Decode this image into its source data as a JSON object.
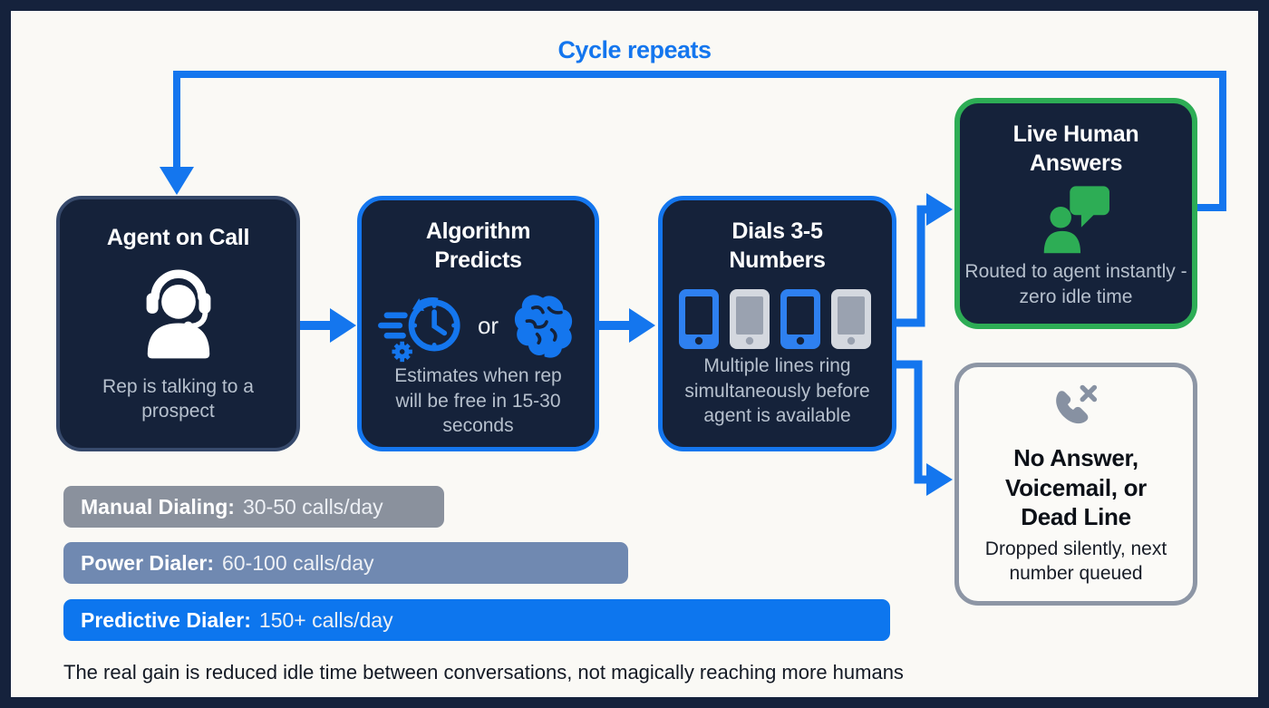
{
  "colors": {
    "border_navy": "#15223c",
    "canvas_bg": "#faf9f5",
    "box_navy": "#15223a",
    "accent_blue": "#1476ee",
    "accent_green": "#2dad55",
    "neutral_gray": "#8d96a5",
    "bar_manual": "#8a919d",
    "bar_power": "#7089b1",
    "bar_predictive": "#0d76ee"
  },
  "cycle": {
    "label": "Cycle repeats"
  },
  "flow": {
    "agent": {
      "title": "Agent on Call",
      "desc": "Rep is talking to a prospect",
      "icon": "agent-headset-icon"
    },
    "algorithm": {
      "title": "Algorithm Predicts",
      "or_label": "or",
      "desc": "Estimates when rep will be free in 15-30 seconds",
      "icons": [
        "speed-clock-icon",
        "brain-icon"
      ]
    },
    "dials": {
      "title": "Dials 3-5 Numbers",
      "desc": "Multiple lines ring simultaneously before agent is available",
      "icon": "phones-row-icon"
    },
    "live_human": {
      "title": "Live Human Answers",
      "desc": "Routed to agent instantly - zero idle time",
      "icon": "person-chat-icon"
    },
    "no_answer": {
      "title": "No Answer, Voicemail, or Dead Line",
      "desc": "Dropped silently, next number queued",
      "icon": "phone-missed-icon"
    }
  },
  "comparison": {
    "bars": [
      {
        "label": "Manual Dialing:",
        "value": "30-50 calls/day"
      },
      {
        "label": "Power Dialer:",
        "value": "60-100 calls/day"
      },
      {
        "label": "Predictive Dialer:",
        "value": "150+ calls/day"
      }
    ]
  },
  "chart_data": {
    "type": "bar",
    "orientation": "horizontal",
    "categories": [
      "Manual Dialing",
      "Power Dialer",
      "Predictive Dialer"
    ],
    "values_text": [
      "30-50 calls/day",
      "60-100 calls/day",
      "150+ calls/day"
    ],
    "values_low": [
      30,
      60,
      150
    ],
    "values_high": [
      50,
      100,
      150
    ]
  },
  "footnote": "The real gain is reduced idle time between conversations, not magically reaching more humans"
}
